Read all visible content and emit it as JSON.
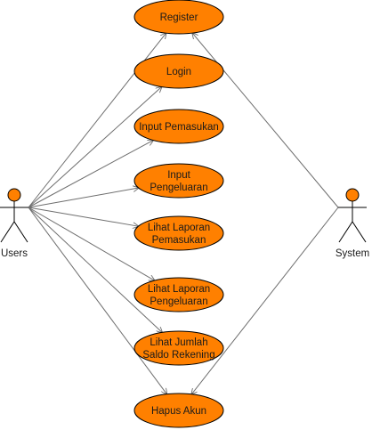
{
  "colors": {
    "usecase_fill": "#FF8000",
    "usecase_stroke": "#000000",
    "connector": "#6E6E6E",
    "actor_head": "#FF8000",
    "actor_stroke": "#000000"
  },
  "actors": {
    "users": {
      "label": "Users",
      "icon": "stick-figure-icon"
    },
    "system": {
      "label": "System",
      "icon": "stick-figure-icon"
    }
  },
  "use_cases": [
    {
      "id": "register",
      "lines": [
        "Register"
      ]
    },
    {
      "id": "login",
      "lines": [
        "Login"
      ]
    },
    {
      "id": "input-pemasukan",
      "lines": [
        "Input Pemasukan"
      ]
    },
    {
      "id": "input-pengeluaran",
      "lines": [
        "Input",
        "Pengeluaran"
      ]
    },
    {
      "id": "lihat-laporan-pemasukan",
      "lines": [
        "Lihat Laporan",
        "Pemasukan"
      ]
    },
    {
      "id": "lihat-laporan-pengeluaran",
      "lines": [
        "Lihat Laporan",
        "Pengeluaran"
      ]
    },
    {
      "id": "lihat-jumlah-saldo-rekening",
      "lines": [
        "Lihat Jumlah",
        "Saldo Rekening"
      ]
    },
    {
      "id": "hapus-akun",
      "lines": [
        "Hapus Akun"
      ]
    }
  ],
  "associations": [
    {
      "from": "users",
      "to": "register"
    },
    {
      "from": "users",
      "to": "login"
    },
    {
      "from": "users",
      "to": "input-pemasukan"
    },
    {
      "from": "users",
      "to": "input-pengeluaran"
    },
    {
      "from": "users",
      "to": "lihat-laporan-pemasukan"
    },
    {
      "from": "users",
      "to": "lihat-laporan-pengeluaran"
    },
    {
      "from": "users",
      "to": "lihat-jumlah-saldo-rekening"
    },
    {
      "from": "users",
      "to": "hapus-akun"
    },
    {
      "from": "system",
      "to": "register"
    },
    {
      "from": "system",
      "to": "hapus-akun"
    }
  ]
}
